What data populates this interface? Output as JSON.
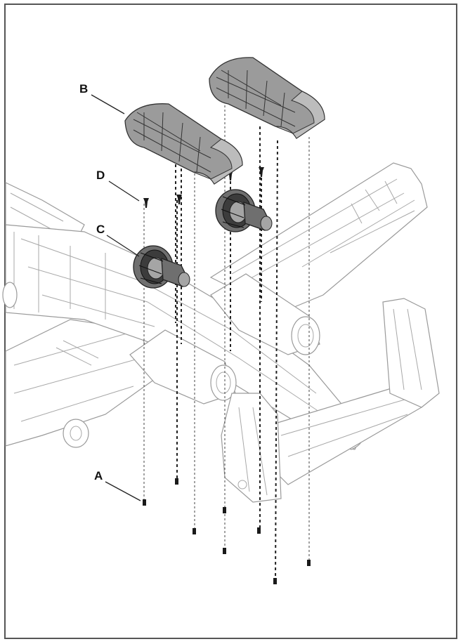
{
  "callouts": {
    "a": "A",
    "b": "B",
    "c": "C",
    "d": "D"
  },
  "parts": {
    "a_icon": "screw-icon",
    "b_icon": "nacelle-cover-icon",
    "c_icon": "engine-fan-unit-icon",
    "d_icon": "short-screw-icon"
  },
  "colors": {
    "frame": "#555555",
    "linework": "#9a9a9a",
    "part_fill": "#9b9b9b",
    "engine_fill": "#6f6f6f"
  }
}
